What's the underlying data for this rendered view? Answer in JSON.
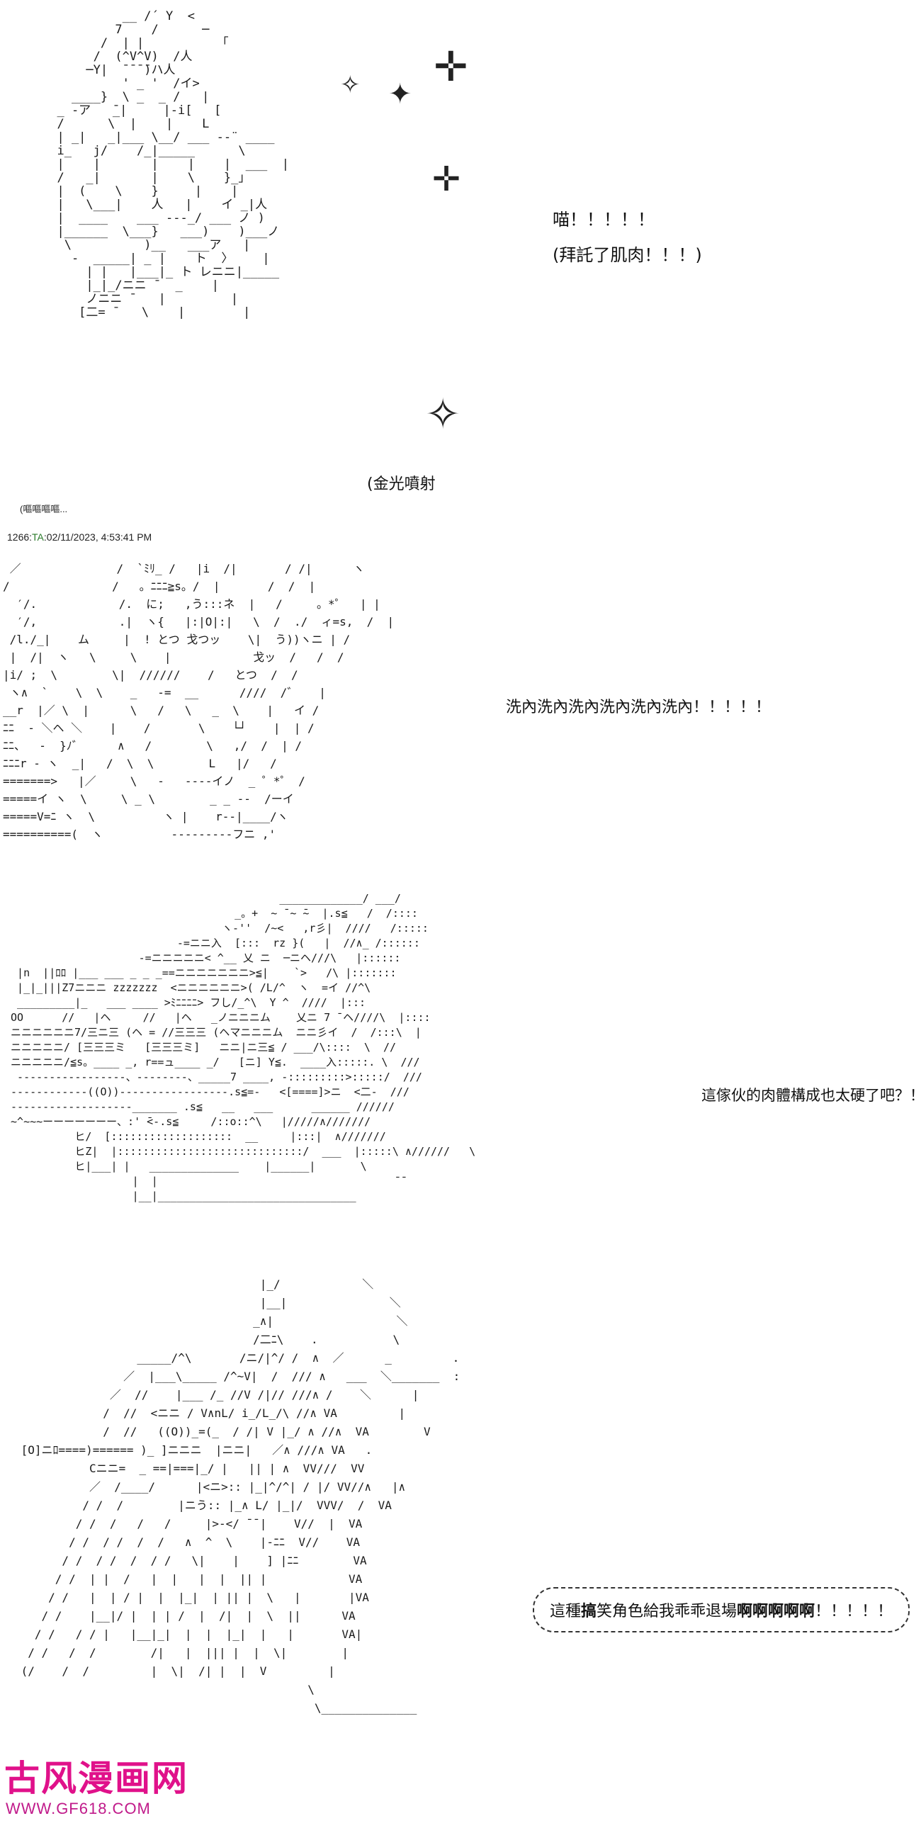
{
  "panel1": {
    "art": "           __ /´ Y  <\n          7    /      ─\n        /  | |          「\n       /  (^V^V)  /人\n      ─Y|  ̄ ̄ ̄ ̄)ハ人\n           ' _ '  /イ>\n    ____}  \\ _  _ /   |\n  _ -ア   ̄_|     |-i[   [\n  /      \\  |    |    L\n  | _|   _|___ \\__/ ___ --¨ ____\n  i_   j/    /_|_____      \\\n  |    |       |    |    |  ___  |\n  /   _|       |    \\    }_」\n  |  (    \\    }     |    |\n  |   \\___|    人   |    イ _|人\n  |  ____    ___ ---_/ ___ ノ )\n  |______  \\___}   ___)    )___ノ\n   \\          )__   ___ア   |\n    -  _____| _ |    ト  〉    |\n      | |   |___|_ ト レニニ|_____\n      |_|_/ニニ ̄   _    |\n      ノニニ ̄    |         |\n     [二= ̄    \\    |        |",
    "speech_meow": "喵！！！！！",
    "speech_please": "(拜託了肌肉！！！)",
    "golden": "(金光噴射",
    "side_text": "(嘔嘔嘔嘔..."
  },
  "meta": {
    "post_no": "1266:",
    "user_id": "TA",
    "timestamp": ":02/11/2023, 4:53:41 PM"
  },
  "panel2": {
    "art": " ／              /  `ﾐﾘ_ /   |i  /|       / /|      ヽ\n/               /   。ﾆﾆﾆ≧s。/  |       /  /  |\n  ′/.            /.  に;   ,う:::ネ  |   /     。*゜  | |\n  ′/,            .|  ヽ{   |:|O|:|   \\  /  ./  ィ=s,  /  |\n /l./_|    ム     |  ! とつ 戈つッ    \\|  う))ヽニ | /\n |  /|  ヽ   \\     \\    |            戈ッ  /   /  /\n|i/ ;  \\        \\|  //////    /   とつ  /  /\n ヽ∧  `    \\  \\    _   -=  __      ////  /゛   |\n__r  |／ \\  |      \\   /   \\   _  \\    |   イ /\nﾆﾆ  - ＼ヘ ＼    |    /       \\    └┘    |  | /\nﾆﾆ、  -  }ﾉ゛     ∧   /        \\   ,/  /  | /\nﾆﾆﾆr - ヽ  _|   /  \\  \\        L   |/   /\n=======>   |／     \\   -   ----イノ  _ ゜*゜ /\n=====イ ヽ  \\     \\ _ \\        _ _ --  /ーイ\n=====V=ﾆ ヽ  \\          ヽ |    r--|____/ヽ\n==========(  ヽ          ---------フニ ,'",
    "speech": "洗內洗內洗內洗內洗內洗內！！！！！"
  },
  "panel3": {
    "art": "                                           _____________/ ___/\n                                    _。+  ~ ̄ ~ ̄~  |.s≦   /  /::::\n                                  ヽ-''  /~<   ,r彡|  ////   /:::::\n                           -=ニニ入  [:::  rz }(   |  //∧_ /::::::\n                     -=ニニニニニ< ^__ 乂 ニ  ─ニヘ///\\   |::::::\n  |n  ||ﾛﾛ |___ ___ _ _ _==ニニニニニニニ>≦|    `>   /\\ |:::::::\n  |_|_|||Z7ニニニ zzzzzzz  <ニニニニニニ>( /L/^  ヽ  =イ //^\\\n  _________|_   ___ ____ >ﾐﾆﾆﾆﾆ> フし/_^\\  Y ^  ////  |:::\n OO      //   |ヘ     //   |ヘ   _ノニニニム    乂ニ 7 ̄ ヘ////\\  |::::\n ニニニニニニ7/三ニ三 (ヘ = //三三三 (ヘマニニニム  ニニ彡イ  /  /:::\\  |\n ニニニニニ/ [三三三ミ   [三三三ミ]   ニニ|ニ三≦ / ___/\\::::  \\  //\n ニニニニニ/≦s。____ _, r==ュ____ _/   [ニ] Y≦.  ____入:::::. \\  ///\n  -----------------、--------、_____7 ____, -:::::::::>:::::/  ///\n ------------((O))-----------------.s≦=-   <[====]>ニ  <二-  ///\n -------------------_______ .s≦   __   ___      ______ //////\n ~^~~~ーーーーーーー、:' ̄<-.s≦     /::o::^\\   |/////∧///////\n           ヒ/  [:::::::::::::::::::  __     |:::|  ∧///////\n           ヒZ|  |:::::::::::::::::::::::::::::/  ___  |:::::\\ ∧//////   \\\n           ヒ|___| |   ______________    |______|       \\\n                    |  |                                     ̄ ̄\n                    |__|_______________________________",
    "speech": "這傢伙的肉體構成也太硬了吧？！"
  },
  "panel4": {
    "art": "                                    |_/            ＼\n                                    |__|               ＼\n                                   _∧|                  ＼\n                                   /二ﾆ\\    .           \\\n                  _____/^\\       /ニ/|^/ /  ∧  ／      _         ．\n                ／  |___\\_____ /^~V|  /  /// ∧   ___  ＼_______  :\n              ／  //    |___ /_ //V /|// ///∧ /    ＼      |\n             /  //  <ニニ / V∧nL/ i_/L_/\\ //∧ VA         |\n             /  //   ((O))_=(_  / /| V |_/ ∧ //∧  VA        V\n [O]ニﾛ====)====== )_ ]ニニニ  |ニニ|   ／∧ ///∧ VA   .\n           Cニニ=  _ ==|===|_/ |   || | ∧  VV///  VV\n           ／  /____/      |<ニ>:: |_|^/^| / |/ VV//∧   |∧\n          / /  /        |ニう:: |_∧ L/ |_|/  VVV/  /  VA\n         / /  /   /   /     |>-</ ̄ ̄ |    V//  |  VA\n        / /  / /  /  /   ∧  ^  \\    |-ﾆﾆ  V//    VA\n       / /  / /  /  / /   \\|    |    ] |ﾆﾆ        VA\n      / /  | |  /   |  |   |  |  || |            VA\n     / /   |  | / |  |  |_|  | || |  \\   |       |VA\n    / /    |__|/ |  | | /  |  /|  |  \\  ||      VA\n   / /   / / |   |__|_|  |  |  |_|  |   |       VA|\n  / /   /  /        /|   |  ||| |  |  \\|        |\n (/    /  /         |  \\|  /| |  |  V         |\n                                           \\\n                                            \\______________",
    "speech_prefix": "這種",
    "speech_bold1": "搞",
    "speech_mid": "笑角色給我乖乖退場",
    "speech_bold2": "啊啊啊啊啊",
    "speech_suffix": "！！！！！"
  },
  "watermark": {
    "title": "古风漫画网",
    "url": "WWW.GF618.COM"
  },
  "colors": {
    "meta_id": "#2a7a2a",
    "watermark_title": "#e0118a",
    "watermark_url": "#c01a8a"
  }
}
